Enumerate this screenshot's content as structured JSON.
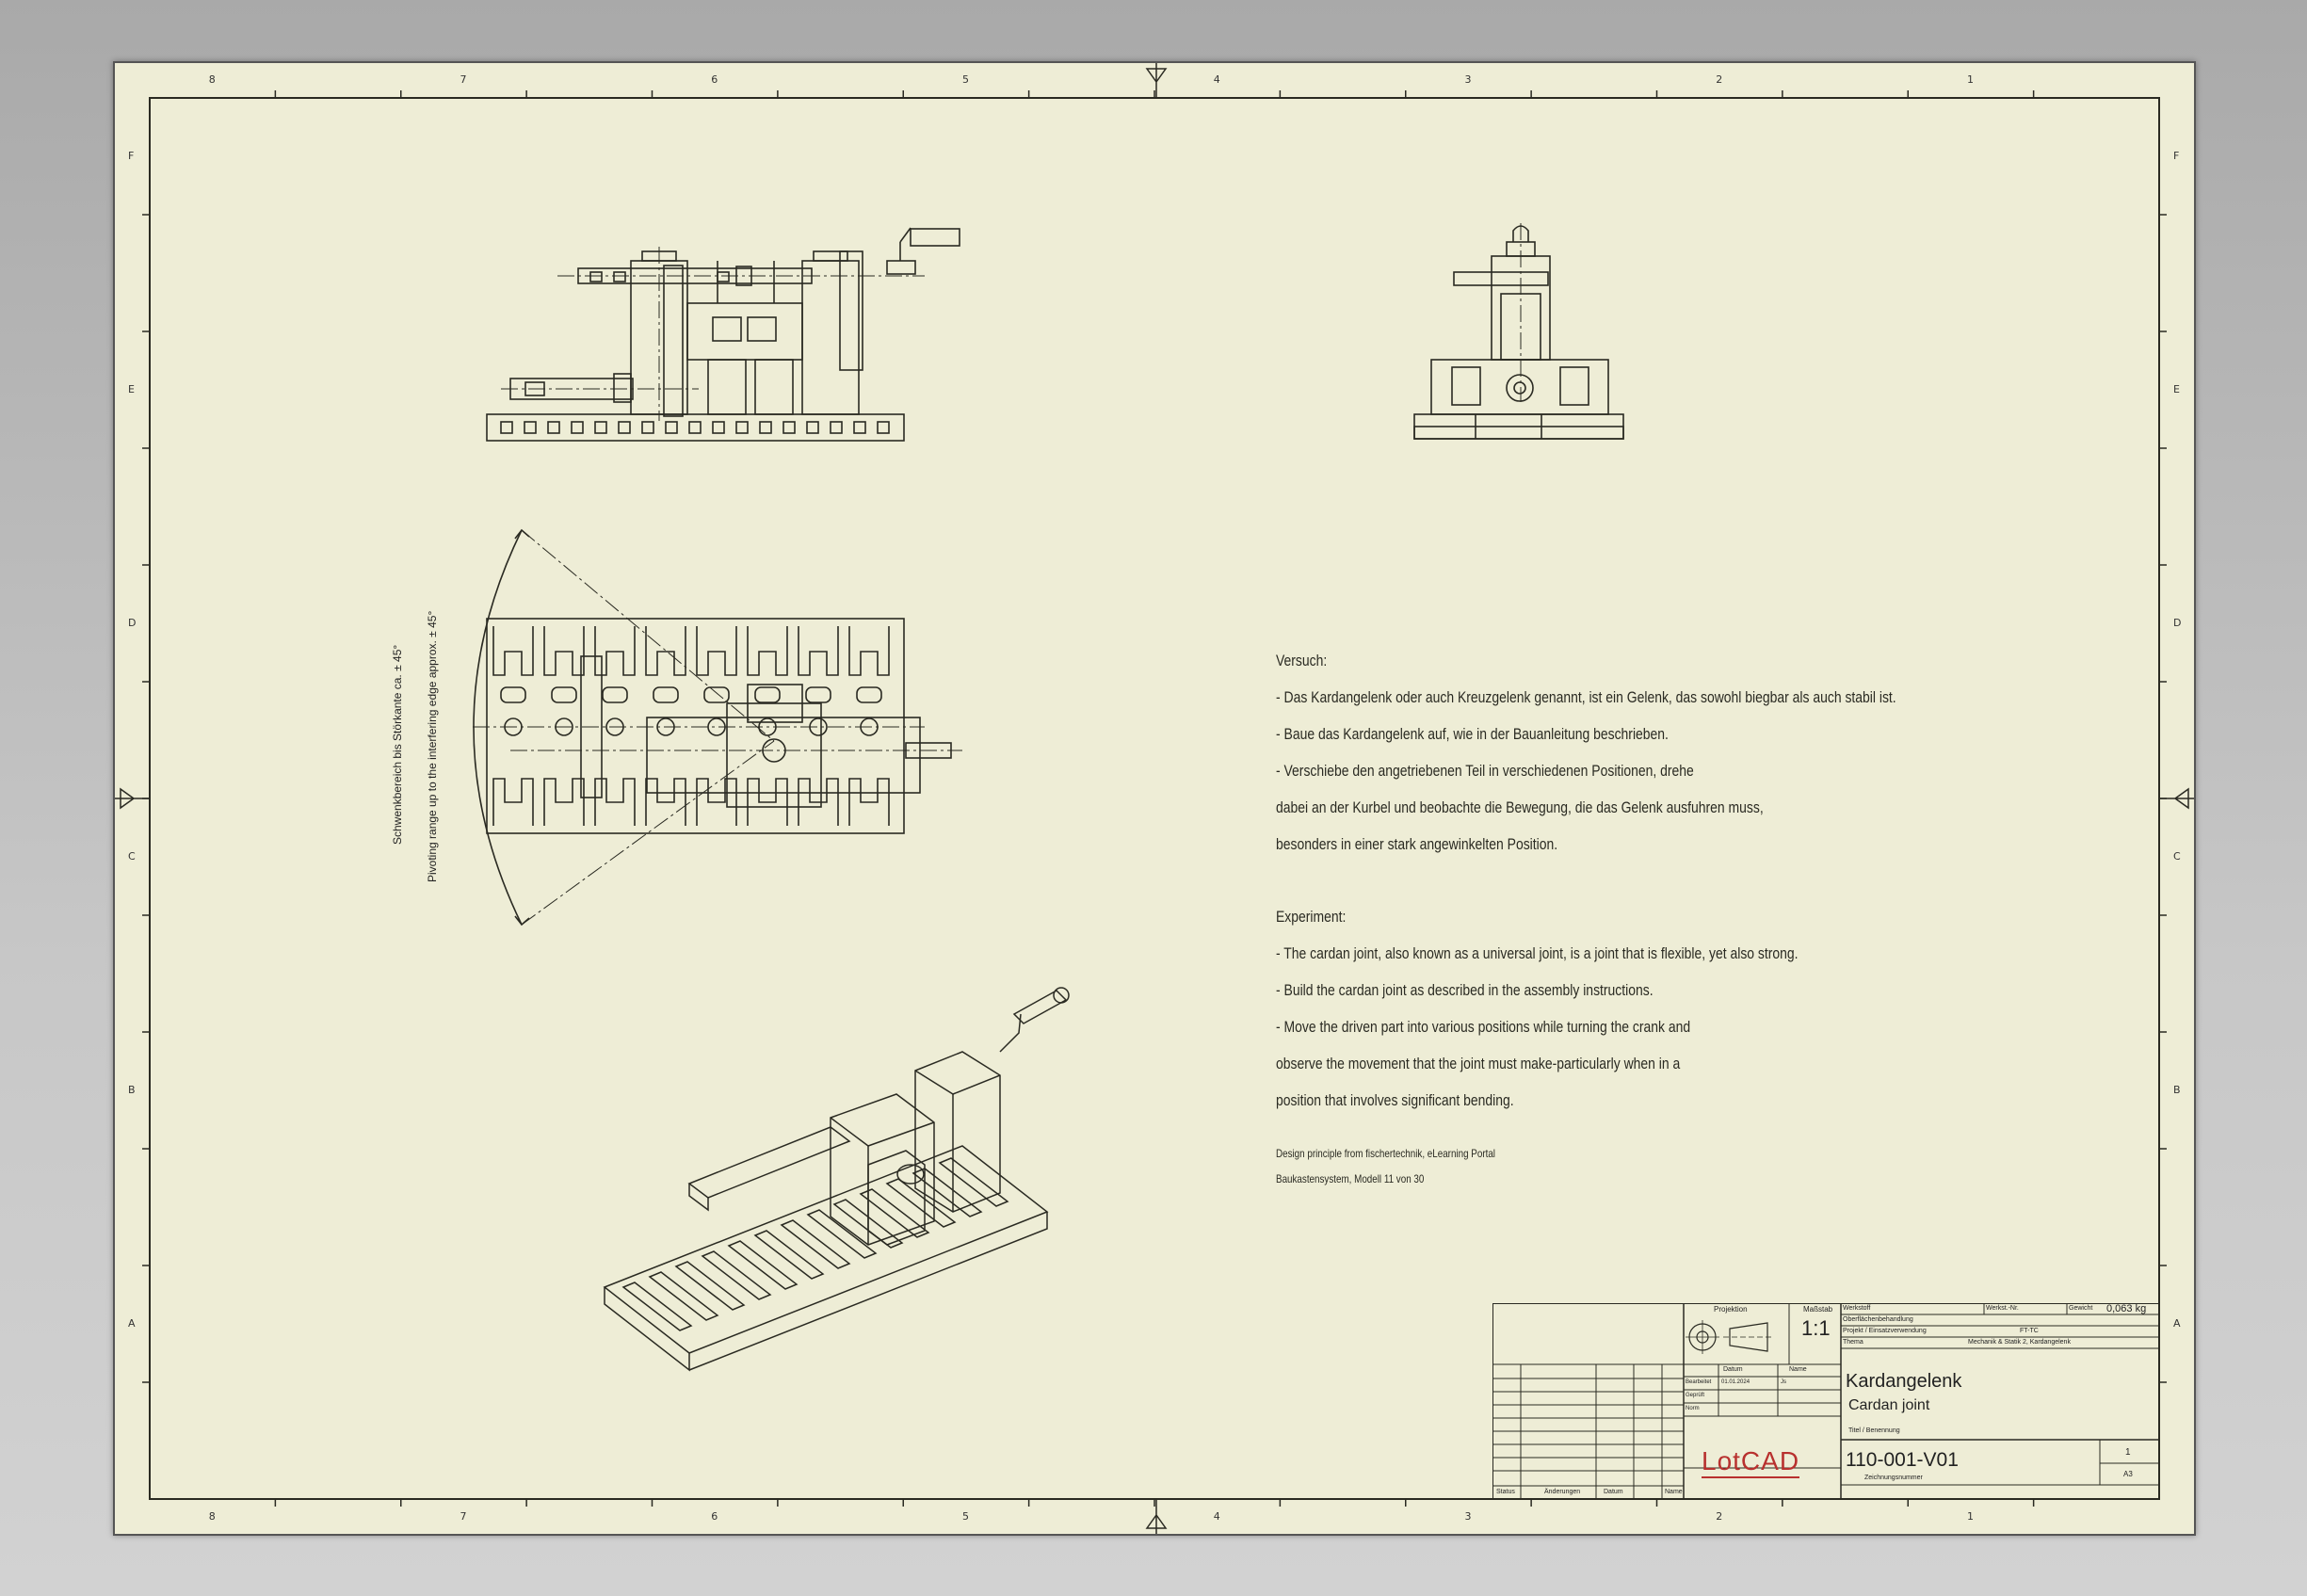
{
  "zones": {
    "columns": [
      "8",
      "7",
      "6",
      "5",
      "4",
      "3",
      "2",
      "1"
    ],
    "rows": [
      "F",
      "E",
      "D",
      "C",
      "B",
      "A"
    ]
  },
  "pivot_note": {
    "de": "Schwenkbereich bis Störkante ca. ± 45°",
    "en": "Pivoting range up to the interfering edge approx. ± 45°"
  },
  "notes": {
    "versuch_title": "Versuch:",
    "versuch_lines": [
      "- Das Kardangelenk oder auch Kreuzgelenk genannt, ist ein Gelenk, das sowohl biegbar als auch stabil ist.",
      "- Baue das Kardangelenk auf, wie in der Bauanleitung beschrieben.",
      "- Verschiebe den angetriebenen Teil in verschiedenen Positionen, drehe",
      "  dabei an der Kurbel und beobachte die Bewegung, die das Gelenk ausfuhren muss,",
      "  besonders in einer stark angewinkelten Position."
    ],
    "experiment_title": "Experiment:",
    "experiment_lines": [
      "- The cardan joint, also known as a universal joint, is a joint that is flexible, yet also strong.",
      "- Build the cardan joint as described in the assembly instructions.",
      "-  Move the driven part into various positions while turning the crank and",
      "  observe the movement that the joint must make-particularly when in a",
      "  position that involves significant bending."
    ],
    "credit_1": "Design principle from fischertechnik, eLearning Portal",
    "credit_2": "Baukastensystem, Modell 11 von 30"
  },
  "title_block": {
    "projection_label": "Projektion",
    "scale_label": "Maßstab",
    "scale": "1:1",
    "weight_label": "Gewicht",
    "weight": "0,063 kg",
    "werkstoff_label": "Werkstoff",
    "werkst_nr_label": "Werkst.-Nr.",
    "oberflaeche_label": "Oberflächenbehandlung",
    "project_label": "Projekt / Einsatzverwendung",
    "project_value": "FT-TC",
    "theme_label": "Thema",
    "theme_value": "Mechanik & Statik 2, Kardangelenk",
    "datum_label": "Datum",
    "name_label": "Name",
    "bearb_label": "Bearbeitet",
    "bearb_date": "01.01.2024",
    "bearb_name": "Js",
    "gepr_label": "Geprüft",
    "norm_label": "Norm",
    "title_de": "Kardangelenk",
    "title_en": "Cardan joint",
    "title_sub": "Titel / Benennung",
    "drawing_number": "110-001-V01",
    "drawing_number_label": "Zeichnungsnummer",
    "sheet": "1",
    "format": "A3",
    "logo": "LotCAD",
    "status_label": "Status",
    "aenderung_label": "Änderungen",
    "datum_col_label": "Datum",
    "name_col_label": "Name"
  },
  "colors": {
    "paper": "#eeedd6",
    "line": "#2a2a22",
    "logo_red": "#b8312f"
  }
}
